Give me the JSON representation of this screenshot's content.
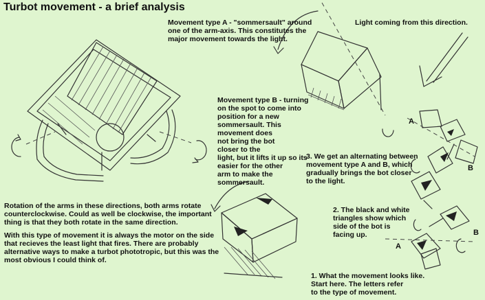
{
  "title": "Turbot movement - a brief analysis",
  "texts": {
    "movement_a": "Movement type A - \"sommersault\" around\none of the arm-axis.  This constitutes the\nmajor movement towards the light.",
    "light_dir": "Light coming from this direction.",
    "movement_b": "Movement type B - turning\non the spot to come into\nposition for a new\nsommersault. This\nmovement does\n not bring the bot\ncloser to the\nlight, but it lifts it up so its\neasier for the other\narm to make the\nsommersault.",
    "step3": "3.  We get an alternating between\n      movement type A and B, which\n      gradually brings the bot closer\n      to the light.",
    "step2": "2. The black and white\n    triangles show which\n    side of the bot is\n    facing up.",
    "step1": "1. What the movement looks like.\n    Start here. The letters refer\n    to the type of movement.",
    "rotation": "Rotation of the arms in these directions, both arms rotate\ncounterclockwise.  Could as well be clockwise, the important\nthing is that they both rotate in the same direction.",
    "motor": "With this type of movement it is always the motor on the side\nthat recieves the least light that fires. There are probably\nalternative ways to make a turbot phototropic, but this was the\nmost obvious I could think of."
  },
  "labels": {
    "a1": "A",
    "b1": "B",
    "b2": "B",
    "a2": "A"
  },
  "colors": {
    "background": "#dff5cf",
    "ink": "#333333"
  }
}
